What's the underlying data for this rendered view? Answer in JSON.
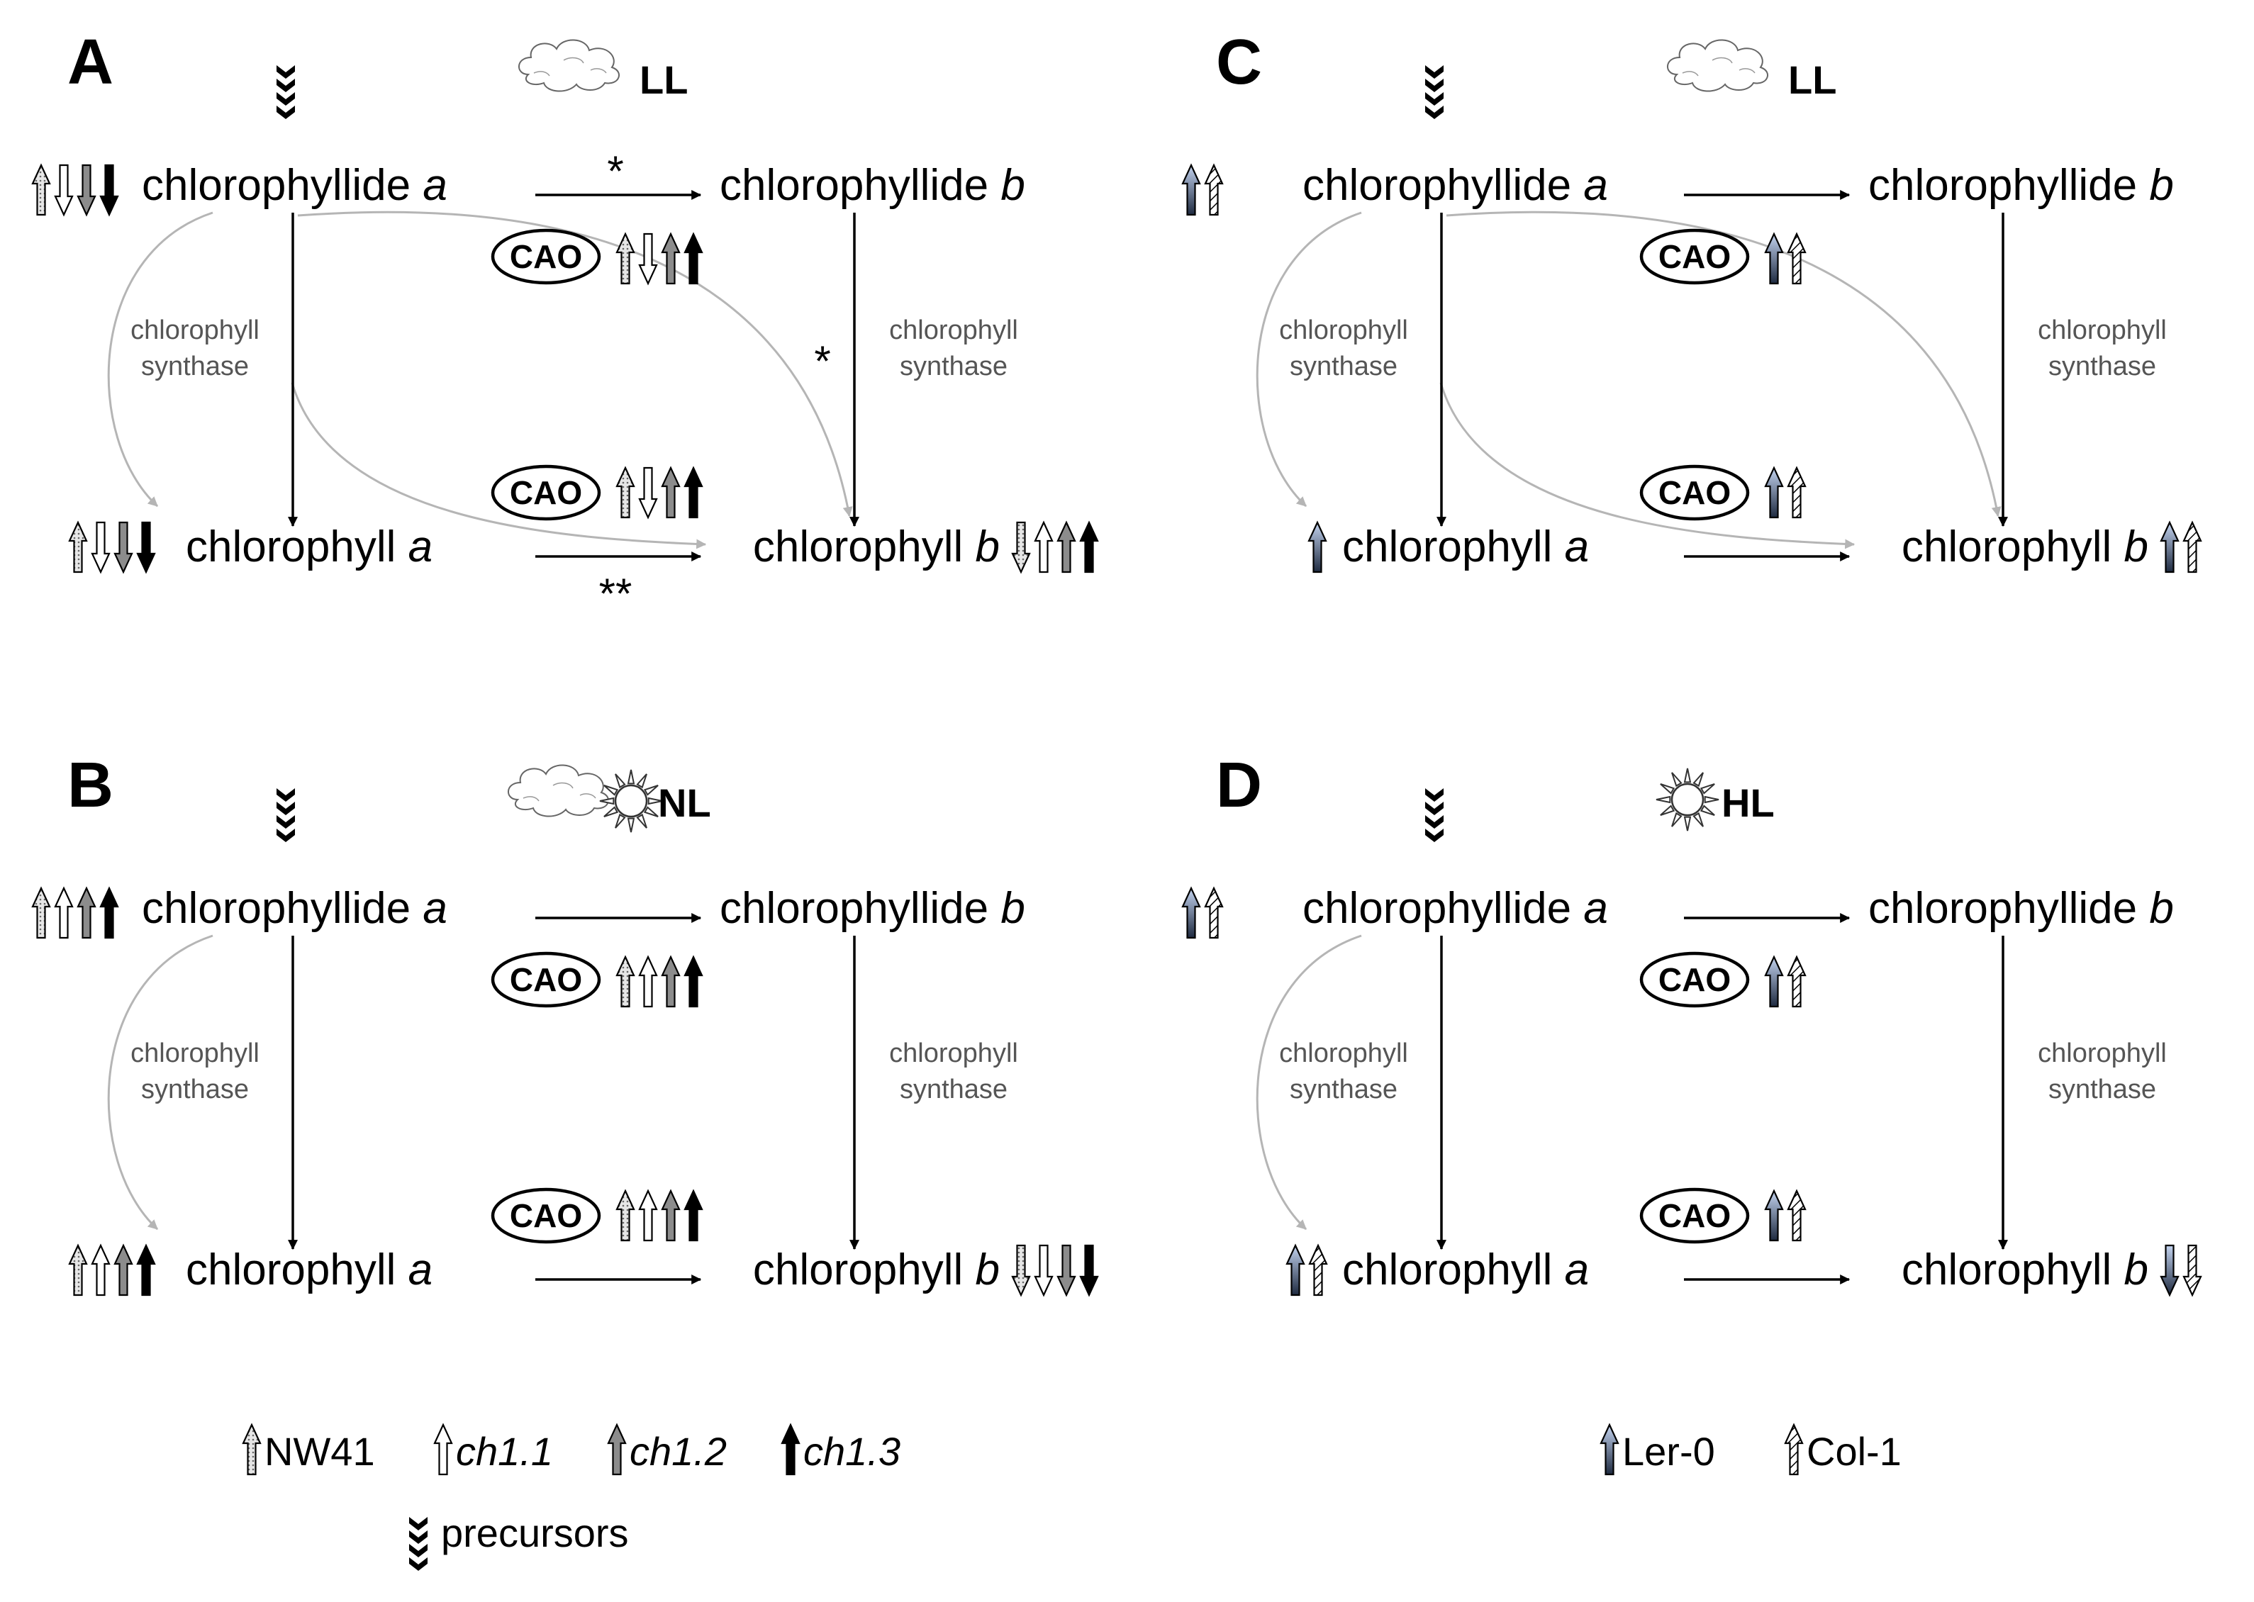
{
  "strains_a_b": [
    {
      "key": "nw41",
      "name": "NW41",
      "fill": "#d6d6d6",
      "pattern": "dots"
    },
    {
      "key": "ch11",
      "name": "ch1.1",
      "fill": "#ffffff",
      "pattern": "none"
    },
    {
      "key": "ch12",
      "name": "ch1.2",
      "fill": "#8c8c8c",
      "pattern": "none"
    },
    {
      "key": "ch13",
      "name": "ch1.3",
      "fill": "#000000",
      "pattern": "none"
    }
  ],
  "strains_c_d": [
    {
      "key": "ler0",
      "name": "Ler-0",
      "fill": "#5b6d8c",
      "pattern": "gradient"
    },
    {
      "key": "col1",
      "name": "Col-1",
      "fill": "#ffffff",
      "pattern": "hatch"
    }
  ],
  "legend": {
    "precursors": "precursors"
  },
  "panels": [
    {
      "id": "A",
      "condition": "LL",
      "sky": [
        "cloud"
      ],
      "strain_set": "ab",
      "nodes": {
        "chlide_a": {
          "prefix": "chlorophyllide ",
          "italic": "a"
        },
        "chlide_b": {
          "prefix": "chlorophyllide ",
          "italic": "b"
        },
        "chl_a": {
          "prefix": "chlorophyll ",
          "italic": "a"
        },
        "chl_b": {
          "prefix": "chlorophyll ",
          "italic": "b"
        }
      },
      "enzyme_left": [
        "chlorophyll",
        "synthase"
      ],
      "enzyme_right": [
        "chlorophyll",
        "synthase"
      ],
      "cao": [
        "CAO",
        "CAO"
      ],
      "arrows": {
        "chlide_a": [
          "up",
          "down",
          "down",
          "down"
        ],
        "cao_top": [
          "up",
          "down",
          "up",
          "up"
        ],
        "cao_bottom": [
          "up",
          "down",
          "up",
          "up"
        ],
        "chl_a": [
          "up",
          "down",
          "down",
          "down"
        ],
        "chl_b": [
          "down",
          "up",
          "up",
          "up"
        ]
      },
      "marks": {
        "top": "*",
        "right": "*",
        "bottom": "**"
      }
    },
    {
      "id": "B",
      "condition": "NL",
      "sky": [
        "cloud",
        "sun"
      ],
      "strain_set": "ab",
      "nodes": {
        "chlide_a": {
          "prefix": "chlorophyllide ",
          "italic": "a"
        },
        "chlide_b": {
          "prefix": "chlorophyllide ",
          "italic": "b"
        },
        "chl_a": {
          "prefix": "chlorophyll ",
          "italic": "a"
        },
        "chl_b": {
          "prefix": "chlorophyll ",
          "italic": "b"
        }
      },
      "enzyme_left": [
        "chlorophyll",
        "synthase"
      ],
      "enzyme_right": [
        "chlorophyll",
        "synthase"
      ],
      "cao": [
        "CAO",
        "CAO"
      ],
      "arrows": {
        "chlide_a": [
          "up",
          "up",
          "up",
          "up"
        ],
        "cao_top": [
          "up",
          "up",
          "up",
          "up"
        ],
        "cao_bottom": [
          "up",
          "up",
          "up",
          "up"
        ],
        "chl_a": [
          "up",
          "up",
          "up",
          "up"
        ],
        "chl_b": [
          "down",
          "down",
          "down",
          "down"
        ]
      },
      "marks": {}
    },
    {
      "id": "C",
      "condition": "LL",
      "sky": [
        "cloud"
      ],
      "strain_set": "cd",
      "nodes": {
        "chlide_a": {
          "prefix": "chlorophyllide ",
          "italic": "a"
        },
        "chlide_b": {
          "prefix": "chlorophyllide ",
          "italic": "b"
        },
        "chl_a": {
          "prefix": "chlorophyll ",
          "italic": "a"
        },
        "chl_b": {
          "prefix": "chlorophyll ",
          "italic": "b"
        }
      },
      "enzyme_left": [
        "chlorophyll",
        "synthase"
      ],
      "enzyme_right": [
        "chlorophyll",
        "synthase"
      ],
      "cao": [
        "CAO",
        "CAO"
      ],
      "arrows": {
        "chlide_a": [
          "up",
          "up"
        ],
        "cao_top": [
          "up",
          "up"
        ],
        "cao_bottom": [
          "up",
          "up"
        ],
        "chl_a": [
          "up"
        ],
        "chl_b": [
          "up",
          "up"
        ]
      },
      "marks": {}
    },
    {
      "id": "D",
      "condition": "HL",
      "sky": [
        "sun"
      ],
      "strain_set": "cd",
      "nodes": {
        "chlide_a": {
          "prefix": "chlorophyllide ",
          "italic": "a"
        },
        "chlide_b": {
          "prefix": "chlorophyllide ",
          "italic": "b"
        },
        "chl_a": {
          "prefix": "chlorophyll ",
          "italic": "a"
        },
        "chl_b": {
          "prefix": "chlorophyll ",
          "italic": "b"
        }
      },
      "enzyme_left": [
        "chlorophyll",
        "synthase"
      ],
      "enzyme_right": [
        "chlorophyll",
        "synthase"
      ],
      "cao": [
        "CAO",
        "CAO"
      ],
      "arrows": {
        "chlide_a": [
          "up",
          "up"
        ],
        "cao_top": [
          "up",
          "up"
        ],
        "cao_bottom": [
          "up",
          "up"
        ],
        "chl_a": [
          "up",
          "up"
        ],
        "chl_b": [
          "down",
          "down"
        ]
      },
      "marks": {}
    }
  ]
}
